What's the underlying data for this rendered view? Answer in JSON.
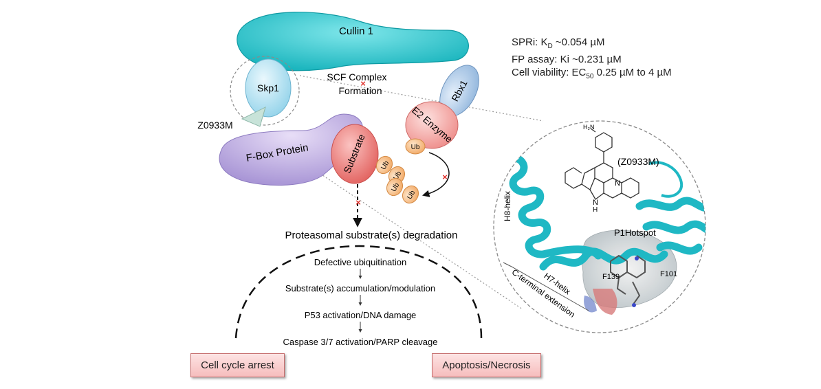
{
  "proteins": {
    "cullin": "Cullin 1",
    "skp1": "Skp1",
    "rbx1": "Rbx1",
    "fbox": "F-Box Protein",
    "substrate": "Substrate",
    "e2": "E2 Enzyme",
    "ub": "Ub"
  },
  "complex": {
    "line1": "SCF Complex",
    "line2": "Formation"
  },
  "inhibitor": "Z0933M",
  "stats": {
    "spri_prefix": "SPRi: K",
    "spri_sub": "D",
    "spri_value": " ~0.054 µM",
    "fp": "FP assay: Ki  ~0.231 µM",
    "cell_prefix": "Cell viability: EC",
    "cell_sub": "50",
    "cell_value": "  0.25 µM to 4 µM"
  },
  "pathway": {
    "degradation": "Proteasomal substrate(s) degradation",
    "steps": [
      "Defective ubiquitination",
      "Substrate(s) accumulation/modulation",
      "P53 activation/DNA damage",
      "Caspase 3/7 activation/PARP cleavage"
    ]
  },
  "outcomes": {
    "left": "Cell cycle arrest",
    "right": "Apoptosis/Necrosis"
  },
  "structure": {
    "compound": "(Z0933M)",
    "nh2": "H₂N",
    "n": "N",
    "nh": "N",
    "h": "H",
    "h8": "H8-helix",
    "h7": "H7-helix",
    "cterm": "C-terminal extension",
    "hotspot": "P1Hotspot",
    "f139": "F139",
    "f101": "F101"
  },
  "colors": {
    "cullin": "#2ec9cf",
    "skp1": "#bfe8f4",
    "fbox": "#c6b6e6",
    "substrate": "#ef7a78",
    "e2": "#f4a6a3",
    "ub": "#f8c48f",
    "helix": "#1fb8c4",
    "box": "#f6bdbd"
  }
}
